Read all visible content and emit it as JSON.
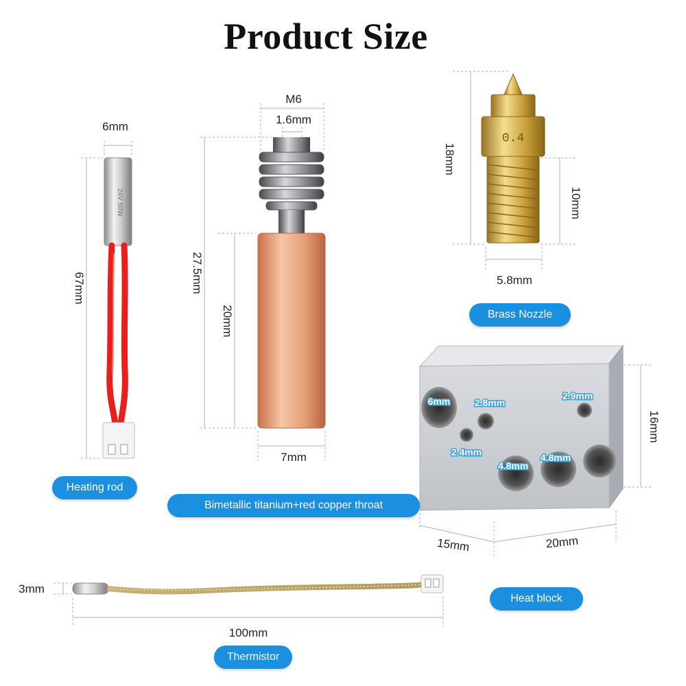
{
  "title": "Product Size",
  "heating_rod": {
    "label": "Heating rod",
    "width": "6mm",
    "length": "67mm"
  },
  "throat": {
    "label": "Bimetallic titanium+red copper throat",
    "thread": "M6",
    "bore": "1.6mm",
    "total_length": "27.5mm",
    "copper_length": "20mm",
    "diameter": "7mm"
  },
  "nozzle": {
    "label": "Brass Nozzle",
    "length": "18mm",
    "thread_length": "10mm",
    "diameter": "5.8mm",
    "marking": "0.4"
  },
  "heat_block": {
    "label": "Heat block",
    "height": "16mm",
    "depth": "15mm",
    "width": "20mm",
    "holes": [
      "6mm",
      "2.8mm",
      "2.9mm",
      "2.4mm",
      "4.8mm",
      "4.8mm"
    ]
  },
  "thermistor": {
    "label": "Thermistor",
    "diameter": "3mm",
    "length": "100mm"
  },
  "colors": {
    "accent": "#1b8fe0",
    "copper": "#d9885c",
    "brass": "#c9a13a",
    "wire_red": "#e8201c",
    "aluminum": "#c9ccd1"
  }
}
